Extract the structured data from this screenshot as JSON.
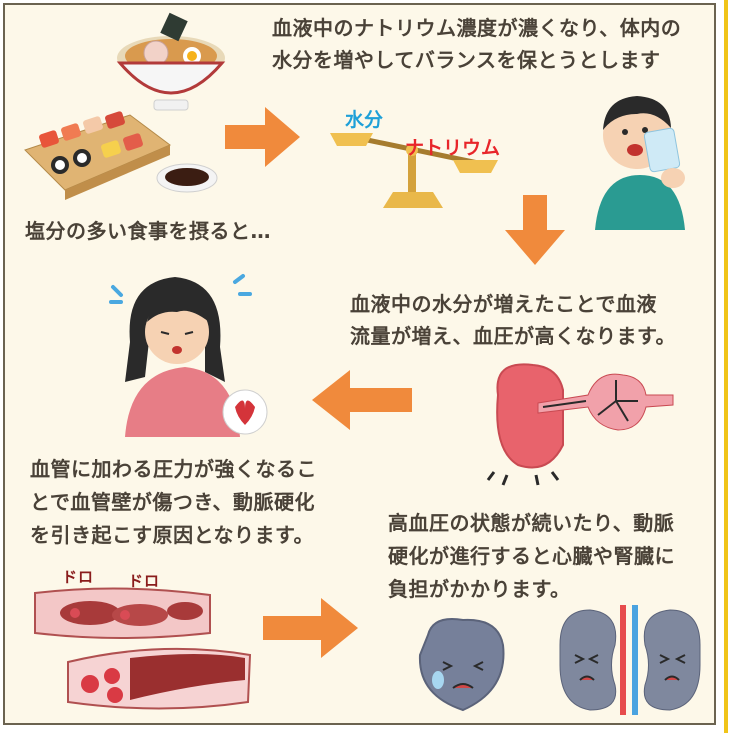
{
  "captions": {
    "intro": "塩分の多い食事を摂ると…",
    "step1": [
      "血液中のナトリウム濃度が濃くなり、体内の",
      "水分を増やしてバランスを保とうとします"
    ],
    "step2": [
      "血液中の水分が増えたことで血液",
      "流量が増え、血圧が高くなります。"
    ],
    "step3": [
      "血管に加わる圧力が強くなるこ",
      "とで血管壁が傷つき、動脈硬化",
      "を引き起こす原因となります。"
    ],
    "step4": [
      "高血圧の状態が続いたり、動脈",
      "硬化が進行すると心臓や腎臓に",
      "負担がかかります。"
    ]
  },
  "scale_labels": {
    "water": "水分",
    "sodium": "ナトリウム"
  },
  "vessel_labels": {
    "left": "ドロ",
    "right": "ドロ"
  },
  "colors": {
    "background": "#fdf8e9",
    "border": "#6b6350",
    "accent_bar": "#f0c419",
    "arrow": "#f08a3c",
    "text": "#4a4238",
    "water_label": "#1fa0d8",
    "sodium_label": "#e8262b"
  }
}
